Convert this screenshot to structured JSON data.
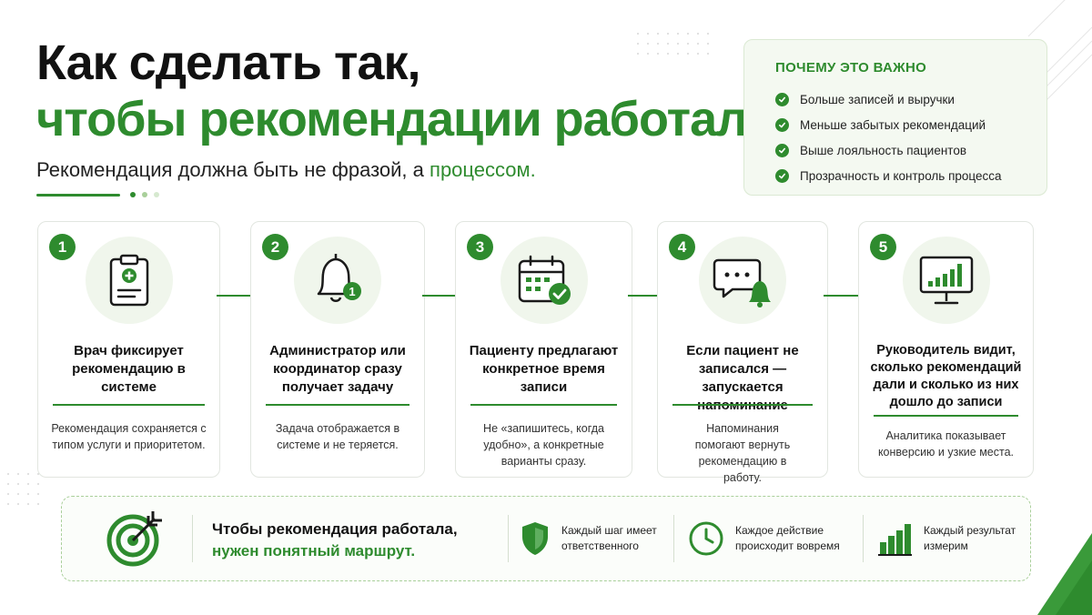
{
  "header": {
    "title_line1": "Как сделать так,",
    "title_line2": "чтобы рекомендации работали",
    "subtitle_prefix": "Рекомендация должна быть не фразой, а",
    "subtitle_accent": "процессом."
  },
  "why": {
    "title": "ПОЧЕМУ ЭТО ВАЖНО",
    "items": [
      "Больше записей и выручки",
      "Меньше забытых рекомендаций",
      "Выше лояльность пациентов",
      "Прозрачность и контроль процесса"
    ]
  },
  "steps": [
    {
      "number": "1",
      "icon": "clipboard-medical-icon",
      "title": "Врач фиксирует рекомендацию в системе",
      "description": "Рекомендация сохраняется с типом услуги и приоритетом."
    },
    {
      "number": "2",
      "icon": "bell-notification-icon",
      "badge": "1",
      "title": "Администратор или координатор сразу получает задачу",
      "description": "Задача отображается в системе и не теряется."
    },
    {
      "number": "3",
      "icon": "calendar-check-icon",
      "title": "Пациенту предлагают конкретное время записи",
      "description": "Не «запишитесь, когда удобно», а конкретные варианты сразу."
    },
    {
      "number": "4",
      "icon": "chat-bell-icon",
      "title": "Если пациент не записался — запускается напоминание",
      "description": "Напоминания помогают вернуть рекомендацию в работу."
    },
    {
      "number": "5",
      "icon": "monitor-chart-icon",
      "title": "Руководитель видит, сколько рекомендаций дали и сколько из них дошло до записи",
      "description": "Аналитика показывает конверсию и узкие места."
    }
  ],
  "banner": {
    "line1": "Чтобы рекомендация работала,",
    "line2": "нужен понятный маршрут.",
    "features": [
      {
        "icon": "shield-icon",
        "text": "Каждый шаг имеет ответственного"
      },
      {
        "icon": "clock-icon",
        "text": "Каждое действие происходит вовремя"
      },
      {
        "icon": "bar-chart-icon",
        "text": "Каждый результат измерим"
      }
    ]
  },
  "colors": {
    "accent": "#2e8b2e",
    "accent_light": "#f0f6ec",
    "text": "#111111"
  }
}
